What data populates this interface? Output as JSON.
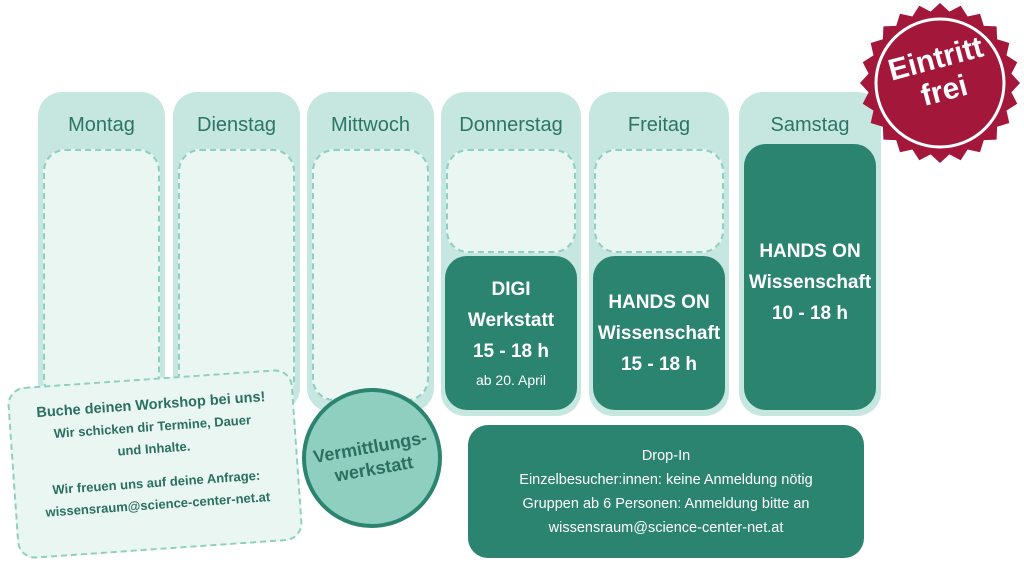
{
  "days": {
    "montag": "Montag",
    "dienstag": "Dienstag",
    "mittwoch": "Mittwoch",
    "donnerstag": "Donnerstag",
    "freitag": "Freitag",
    "samstag": "Samstag"
  },
  "events": {
    "donnerstag": {
      "line1": "DIGI",
      "line2": "Werkstatt",
      "time": "15 - 18 h",
      "note": "ab 20. April"
    },
    "freitag": {
      "line1": "HANDS ON",
      "line2": "Wissenschaft",
      "time": "15 - 18 h"
    },
    "samstag": {
      "line1": "HANDS ON",
      "line2": "Wissenschaft",
      "time": "10 - 18 h"
    }
  },
  "workshop_card": {
    "heading": "Buche deinen Workshop bei uns!",
    "line1": "Wir schicken dir Termine, Dauer",
    "line2": "und Inhalte.",
    "line3": "Wir freuen uns auf deine Anfrage:",
    "email": "wissensraum@science-center-net.at"
  },
  "circle": {
    "line1": "Vermittlungs-",
    "line2": "werkstatt"
  },
  "drop_in": {
    "title": "Drop-In",
    "line1": "Einzelbesucher:innen: keine Anmeldung nötig",
    "line2": "Gruppen ab 6 Personen: Anmeldung bitte an",
    "email": "wissensraum@science-center-net.at"
  },
  "badge": {
    "line1": "Eintritt",
    "line2": "frei"
  },
  "colors": {
    "column_bg": "#c6e7df",
    "slot_bg": "#e9f6f2",
    "accent_dark": "#2b8470",
    "title_text": "#2b7566",
    "badge_red": "#a3183a"
  }
}
